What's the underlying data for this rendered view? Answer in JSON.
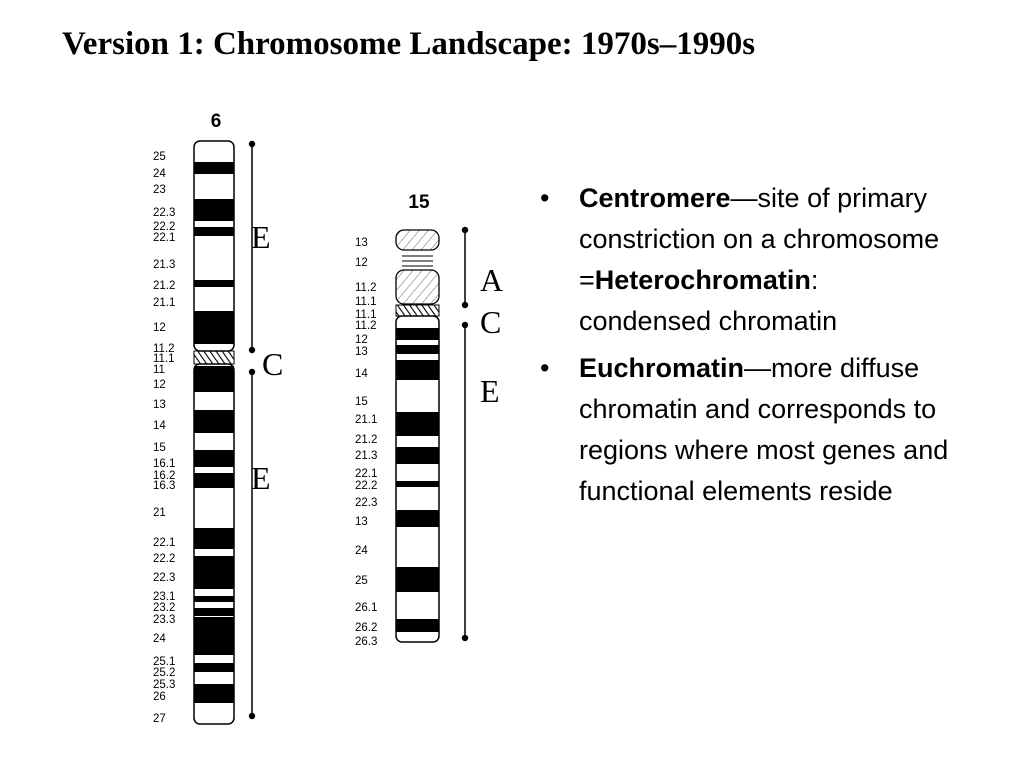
{
  "title": "Version 1: Chromosome Landscape: 1970s–1990s",
  "chromosomes": [
    {
      "number": "6",
      "top_labels": [
        {
          "text": "25"
        },
        {
          "text": "24"
        },
        {
          "text": "23"
        },
        {
          "text": "22.3"
        },
        {
          "text": "22.2"
        },
        {
          "text": "22.1"
        },
        {
          "text": "21.3"
        },
        {
          "text": "21.2"
        },
        {
          "text": "21.1"
        },
        {
          "text": "12"
        },
        {
          "text": "11.2"
        },
        {
          "text": "11.1"
        }
      ],
      "bottom_labels": [
        {
          "text": "11"
        },
        {
          "text": "12"
        },
        {
          "text": "13"
        },
        {
          "text": "14"
        },
        {
          "text": "15"
        },
        {
          "text": "16.1"
        },
        {
          "text": "16.2"
        },
        {
          "text": "16.3"
        },
        {
          "text": "21"
        },
        {
          "text": "22.1"
        },
        {
          "text": "22.2"
        },
        {
          "text": "22.3"
        },
        {
          "text": "23.1"
        },
        {
          "text": "23.2"
        },
        {
          "text": "23.3"
        },
        {
          "text": "24"
        },
        {
          "text": "25.1"
        },
        {
          "text": "25.2"
        },
        {
          "text": "25.3"
        },
        {
          "text": "26"
        },
        {
          "text": "27"
        }
      ],
      "regions": [
        "E",
        "C",
        "E"
      ]
    },
    {
      "number": "15",
      "top_labels": [
        {
          "text": "13"
        },
        {
          "text": "12"
        },
        {
          "text": "11.2"
        },
        {
          "text": "11.1"
        }
      ],
      "bottom_labels": [
        {
          "text": "11.1"
        },
        {
          "text": "11.2"
        },
        {
          "text": "12"
        },
        {
          "text": "13"
        },
        {
          "text": "14"
        },
        {
          "text": "15"
        },
        {
          "text": "21.1"
        },
        {
          "text": "21.2"
        },
        {
          "text": "21.3"
        },
        {
          "text": "22.1"
        },
        {
          "text": "22.2"
        },
        {
          "text": "22.3"
        },
        {
          "text": "13"
        },
        {
          "text": "24"
        },
        {
          "text": "25"
        },
        {
          "text": "26.1"
        },
        {
          "text": "26.2"
        },
        {
          "text": "26.3"
        }
      ],
      "regions": [
        "A",
        "C",
        "E"
      ]
    }
  ],
  "bullets": [
    {
      "term": "Centromere",
      "text1": "—site of primary constriction on a chromosome =",
      "term2": "Heterochromatin",
      "text2": ": condensed chromatin"
    },
    {
      "term": "Euchromatin",
      "text1": "—more diffuse chromatin and corresponds to regions where most genes and functional elements reside"
    }
  ]
}
